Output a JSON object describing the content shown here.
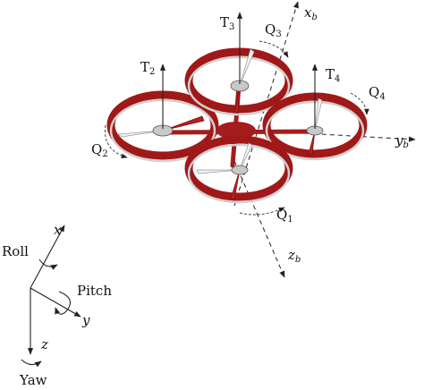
{
  "thrust": {
    "t1": "T",
    "t1_sub": "2",
    "t2": "T",
    "t2_sub": "3",
    "t3": "T",
    "t3_sub": "4"
  },
  "torque": {
    "q1": "Q",
    "q1_sub": "1",
    "q2": "Q",
    "q2_sub": "2",
    "q3": "Q",
    "q3_sub": "3",
    "q4": "Q",
    "q4_sub": "4"
  },
  "body_axes": {
    "x": "x",
    "x_sub": "b",
    "y": "y",
    "y_sub": "b",
    "z": "z",
    "z_sub": "b"
  },
  "inertial_axes": {
    "x": "x",
    "y": "y",
    "z": "z",
    "roll": "Roll",
    "pitch": "Pitch",
    "yaw": "Yaw"
  },
  "colors": {
    "frame": "#a01818",
    "rim": "#d0d0d0",
    "blade_white": "#f2f2f2"
  }
}
